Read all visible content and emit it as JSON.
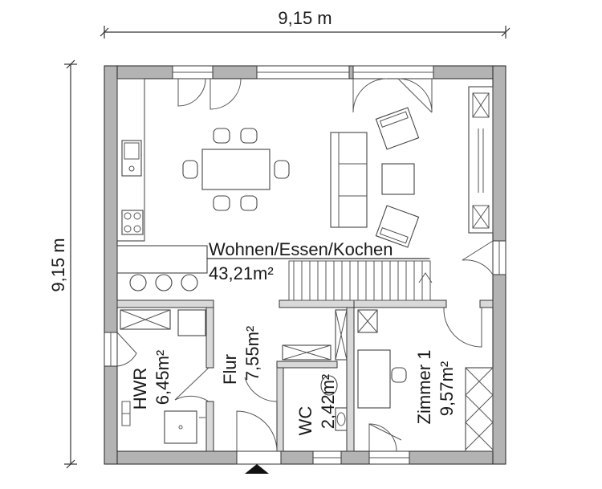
{
  "dimensions": {
    "width_label": "9,15 m",
    "height_label": "9,15 m"
  },
  "rooms": [
    {
      "name": "Wohnen/Essen/Kochen",
      "area": "43,21m²"
    },
    {
      "name": "Flur",
      "area": "7,55m²"
    },
    {
      "name": "HWR",
      "area": "6,45m²"
    },
    {
      "name": "WC",
      "area": "2,42m²"
    },
    {
      "name": "Zimmer 1",
      "area": "9,57m²"
    }
  ],
  "colors": {
    "outer_wall": "#b3b3b3",
    "inner_wall": "#d9d9d9",
    "ink": "#1a1a1a",
    "background": "#ffffff"
  },
  "icons": {
    "entrance_marker": "triangle-up"
  }
}
